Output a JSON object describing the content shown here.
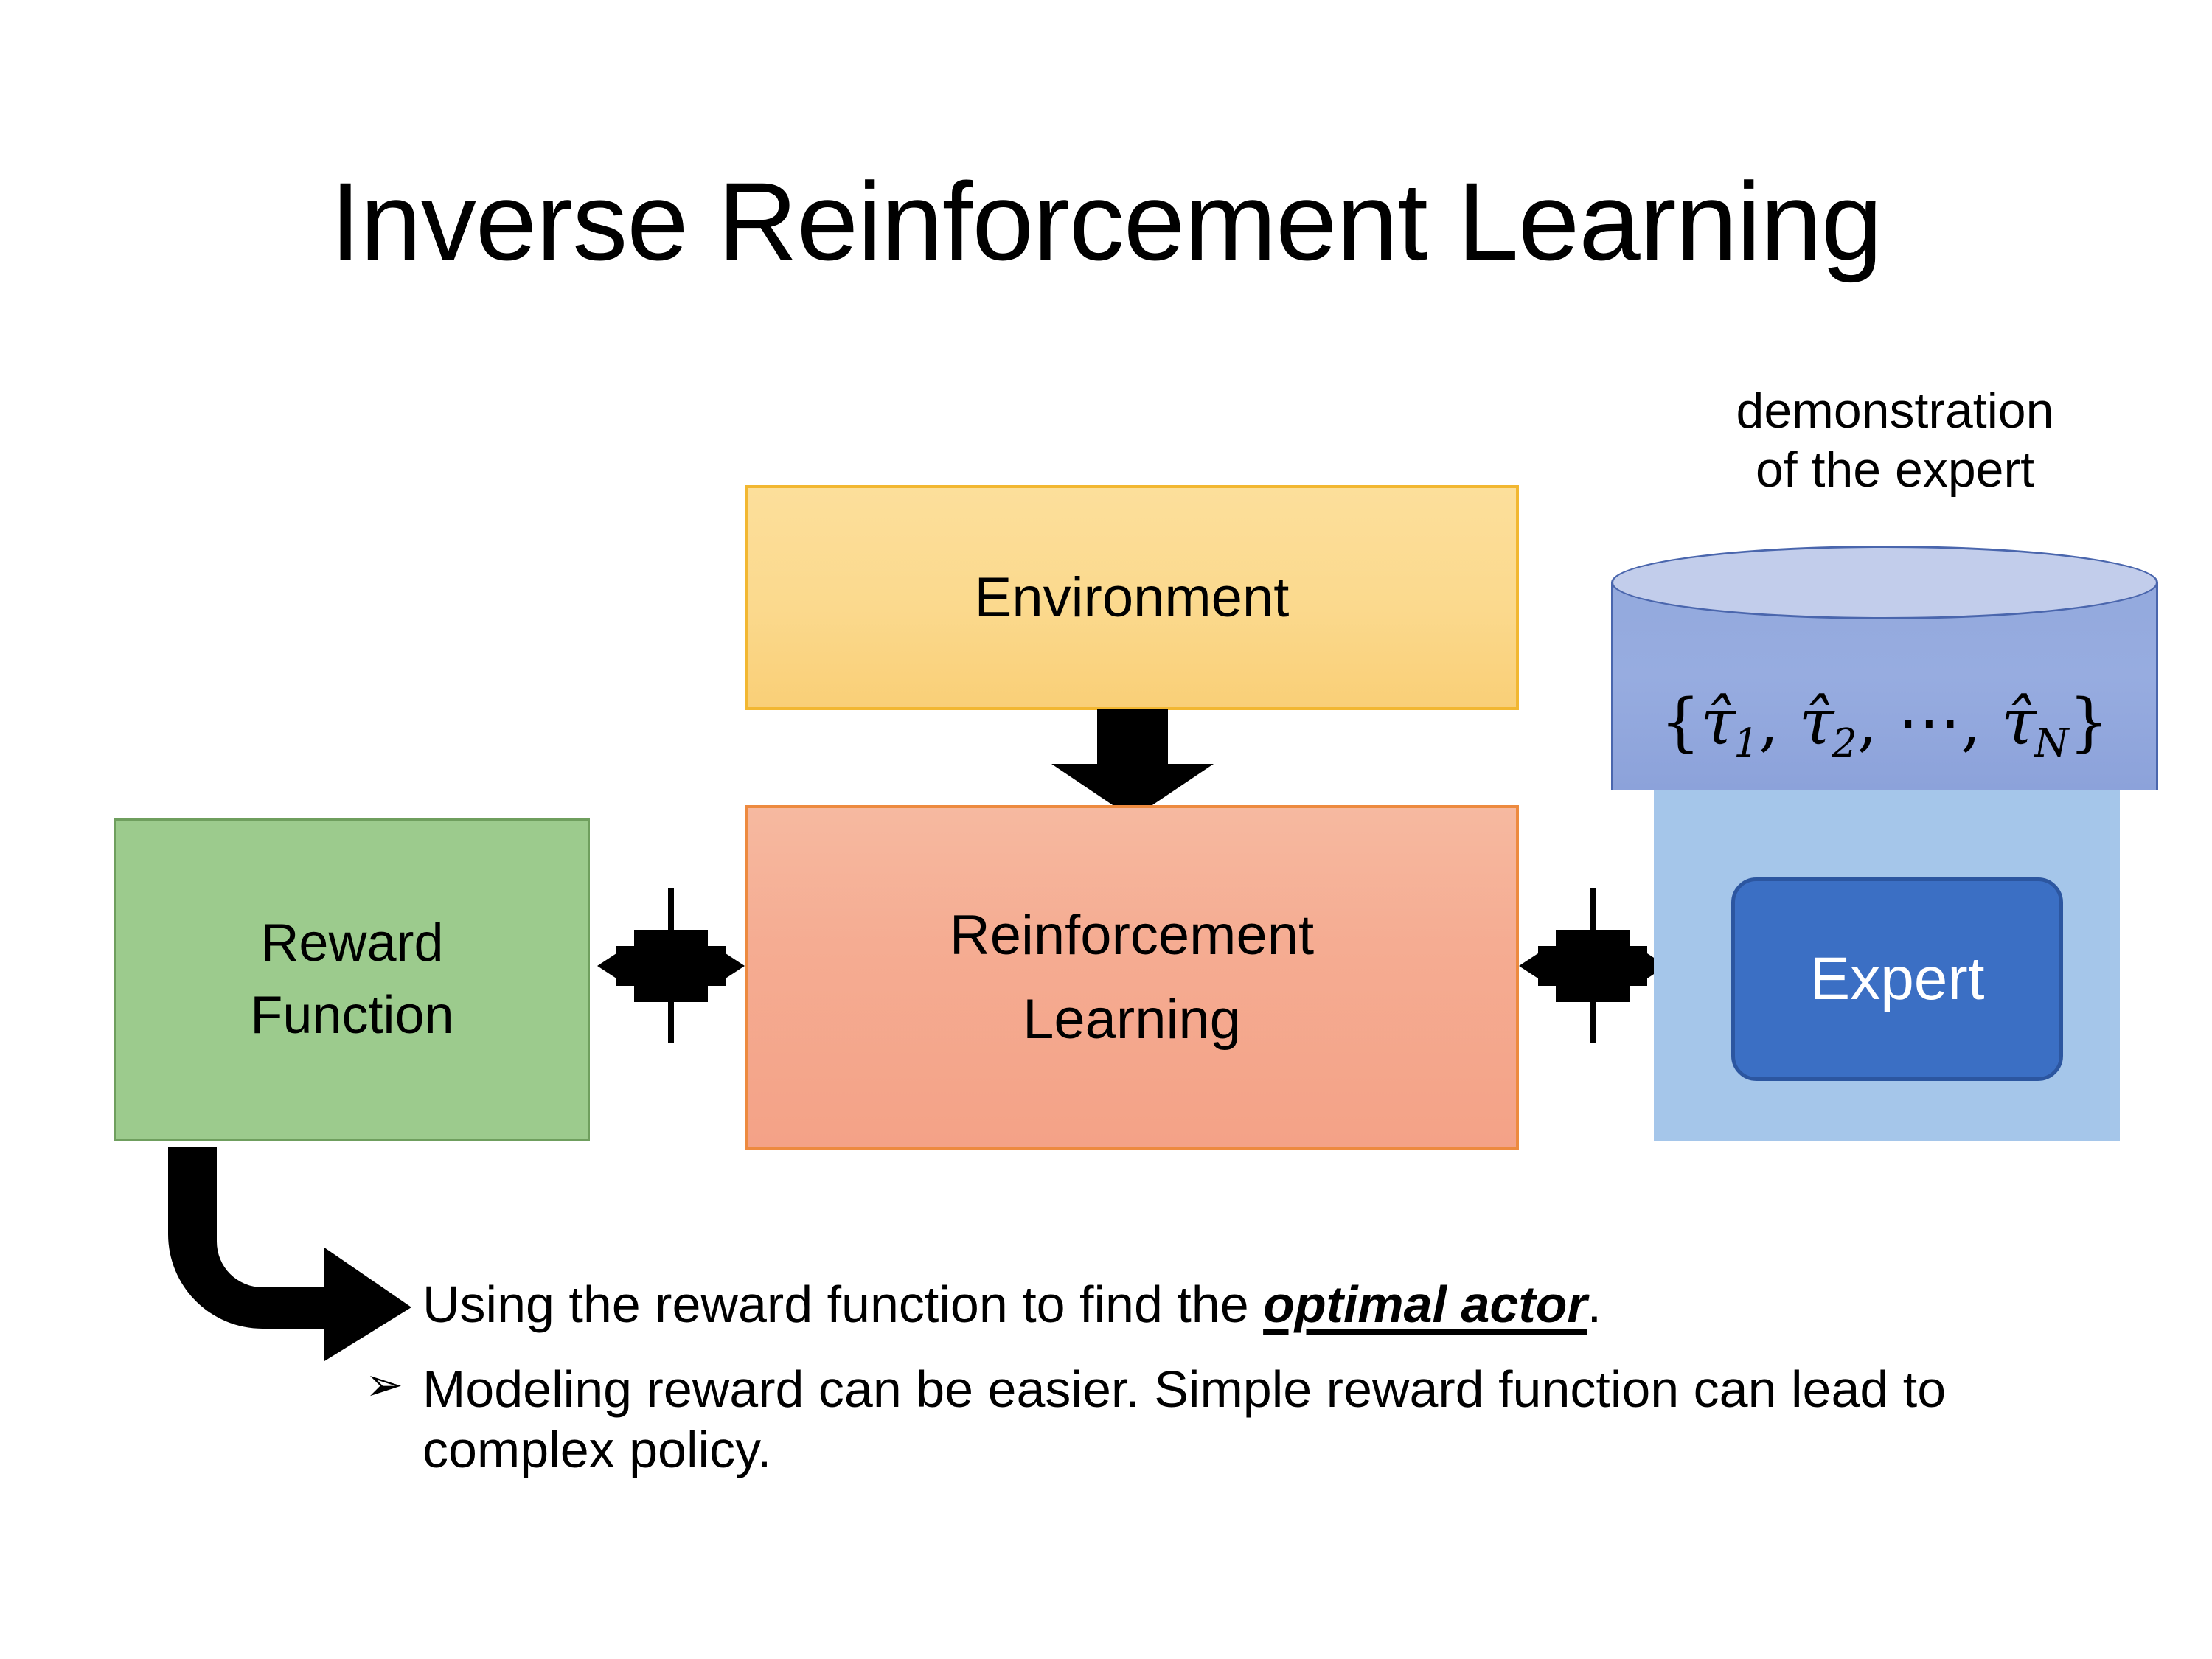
{
  "title": "Inverse Reinforcement Learning",
  "boxes": {
    "environment": {
      "label": "Environment",
      "fill": "#fbd98d",
      "border": "#f2b731"
    },
    "reinforcement_learning": {
      "line1": "Reinforcement",
      "line2": "Learning",
      "fill": "#f5ac92",
      "border": "#ed8a3f"
    },
    "reward_function": {
      "line1": "Reward",
      "line2": "Function",
      "fill": "#9ccb8d",
      "border": "#6f9f5e"
    },
    "expert": {
      "label": "Expert",
      "fill": "#3b6fc4",
      "border": "#2c56a0",
      "text_color": "#ffffff"
    },
    "expert_panel": {
      "fill": "#a5c6ea"
    }
  },
  "demonstration": {
    "caption_line1": "demonstration",
    "caption_line2": "of the expert",
    "cylinder_fill": "#97ace0",
    "cylinder_top_fill": "#c2cdeb",
    "cylinder_border": "#4a66ad",
    "formula": {
      "open_brace": "{",
      "tau1": "τ̂",
      "sub1": "1",
      "comma1": ", ",
      "tau2": "τ̂",
      "sub2": "2",
      "comma2": ", ",
      "ellipsis": "⋯",
      "comma3": ", ",
      "tauN": "τ̂",
      "subN": "N",
      "close_brace": "}",
      "plain": "{τ̂1, τ̂2, ⋯, τ̂N}"
    }
  },
  "connectors": {
    "environment_to_rl": "down-arrow",
    "reward_to_rl": "quad-arrow",
    "rl_to_expert": "quad-arrow",
    "reward_to_bullets": "bent-arrow",
    "arrow_color": "#000000"
  },
  "bullets": [
    {
      "marker": "➢",
      "before": "Using the reward function to find the ",
      "emphasis": "optimal actor",
      "after": "."
    },
    {
      "marker": "➢",
      "before": "Modeling reward can be easier. Simple reward function can lead to complex policy.",
      "emphasis": "",
      "after": ""
    }
  ]
}
